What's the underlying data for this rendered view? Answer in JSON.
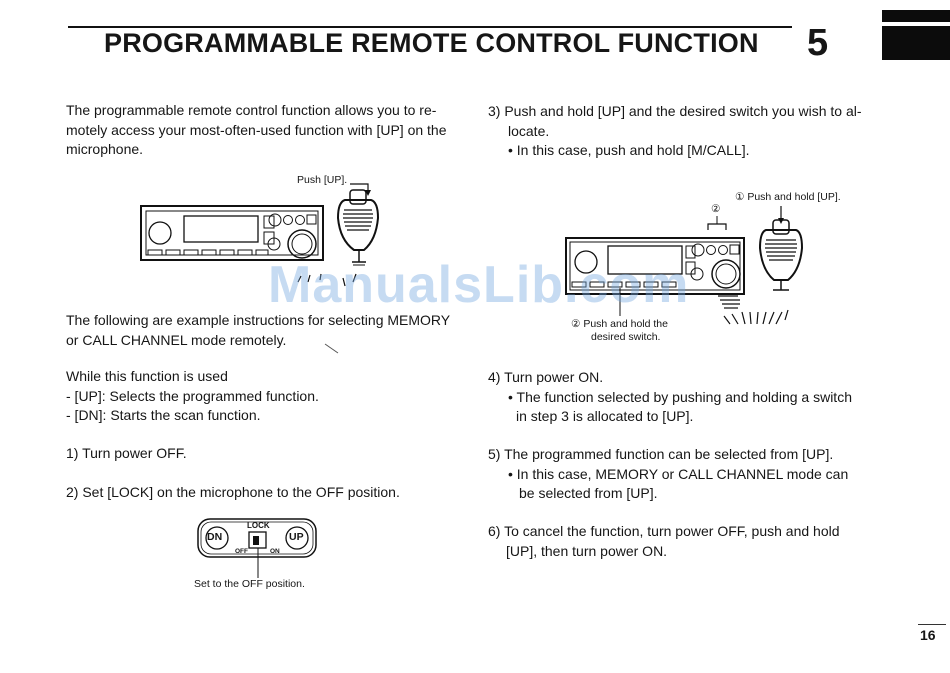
{
  "header": {
    "title": "PROGRAMMABLE REMOTE CONTROL FUNCTION",
    "chapter_number": "5"
  },
  "left": {
    "intro": [
      "The programmable remote control function allows you to re-",
      "motely access your most-often-used function with [UP] on the",
      "microphone."
    ],
    "fig1_label": "Push [UP].",
    "example": [
      "The following are example instructions for selecting MEMORY",
      "or CALL CHANNEL mode remotely."
    ],
    "while": [
      "While this function is used",
      "- [UP]: Selects the programmed function.",
      "- [DN]: Starts the scan function."
    ],
    "step1": "1) Turn power OFF.",
    "step2": "2) Set [LOCK] on the microphone to the OFF position.",
    "lock": {
      "dn": "DN",
      "up": "UP",
      "lock": "LOCK",
      "off": "OFF",
      "on": "ON"
    },
    "caption": "Set to the OFF position."
  },
  "right": {
    "step3": [
      "3) Push and hold [UP] and the desired switch you wish to al-",
      "locate."
    ],
    "step3_bullet": "• In this case, push and hold [M/CALL].",
    "fig2_label1": "① Push and hold [UP].",
    "fig2_num2": "②",
    "fig2_label2": [
      "② Push and hold the",
      "desired switch."
    ],
    "step4": "4) Turn power ON.",
    "step4_bullet": [
      "• The function selected by pushing and holding a switch",
      "in step 3 is allocated to [UP]."
    ],
    "step5": "5) The programmed function can be selected from [UP].",
    "step5_bullet": [
      "• In this case, MEMORY or CALL CHANNEL mode can",
      "be selected from [UP]."
    ],
    "step6": [
      "6) To cancel the function, turn power OFF, push and hold",
      "[UP], then turn power ON."
    ]
  },
  "page_number": "16",
  "watermark": "ManualsLib.com"
}
